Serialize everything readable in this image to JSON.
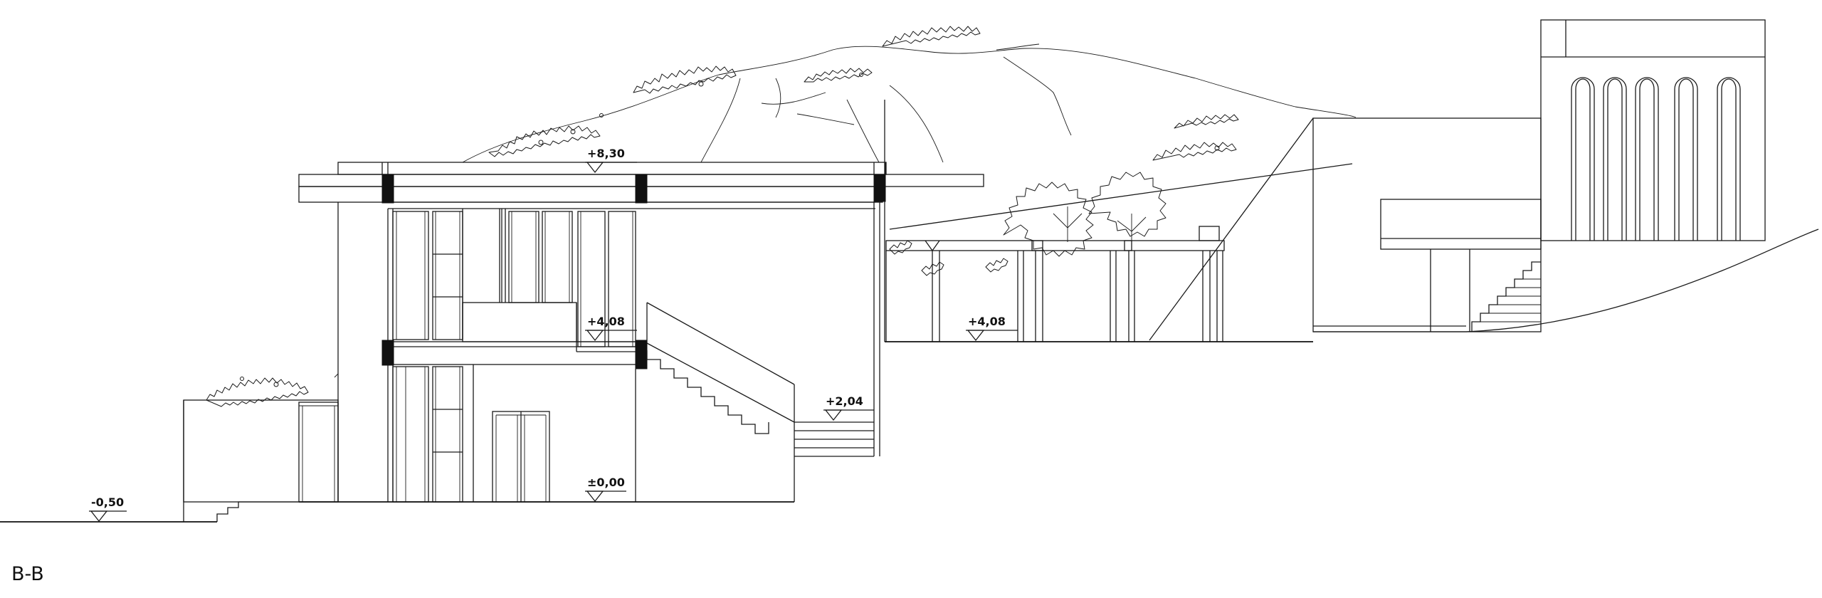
{
  "section": {
    "label": "B-B"
  },
  "levels": [
    {
      "id": "roof",
      "text": "+8,30"
    },
    {
      "id": "upper-floor",
      "text": "+4,08"
    },
    {
      "id": "pergola-terrace",
      "text": "+4,08"
    },
    {
      "id": "landing",
      "text": "+2,04"
    },
    {
      "id": "ground-floor",
      "text": "±0,00"
    },
    {
      "id": "exterior-grade",
      "text": "-0,50"
    }
  ],
  "colors": {
    "line": "#1a1a1a",
    "background": "#ffffff"
  }
}
